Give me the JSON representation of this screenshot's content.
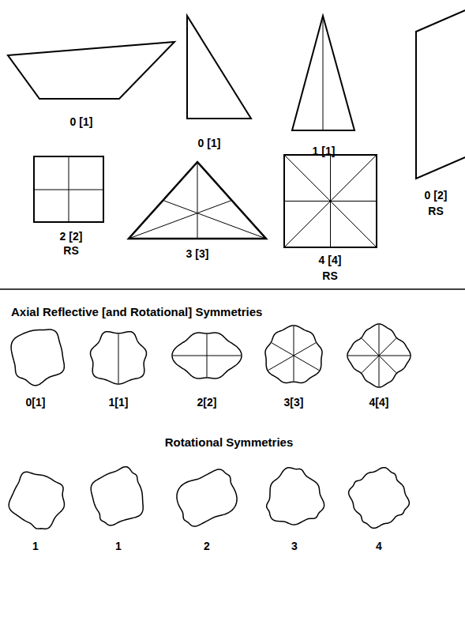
{
  "diagram": {
    "labels": [
      "0 [1]",
      "0 [1]",
      "1 [1]",
      "0 [2]",
      "RS",
      "2 [2]",
      "RS",
      "3 [3]",
      "4 [4]",
      "RS",
      "Axial Reflective [and Rotational] Symmetries",
      "0[1]",
      "1[1]",
      "2[2]",
      "3[3]",
      "4[4]",
      "Rotational Symmetries",
      "1",
      "1",
      "2",
      "3",
      "4"
    ]
  }
}
